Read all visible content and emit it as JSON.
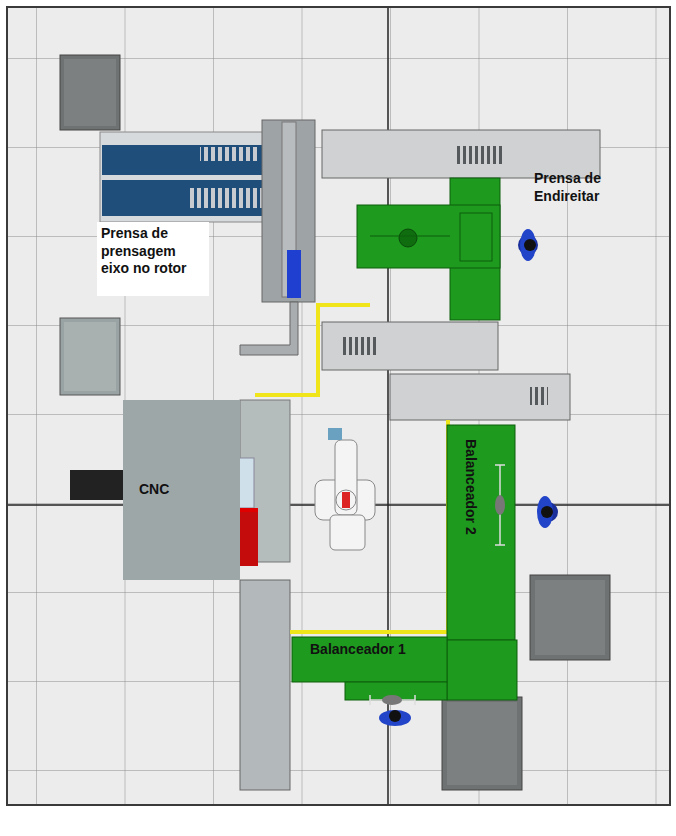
{
  "diagram": {
    "nodes": [
      {
        "text": [
          "Prensa de prensagem eixo no rotor"
        ]
      },
      {
        "text": [
          "Prensa de Endireitar"
        ]
      },
      {
        "text": [
          "CNC"
        ]
      },
      {
        "text": [
          "Balanceador 2"
        ]
      },
      {
        "text": [
          "Balanceador 1"
        ]
      }
    ]
  }
}
